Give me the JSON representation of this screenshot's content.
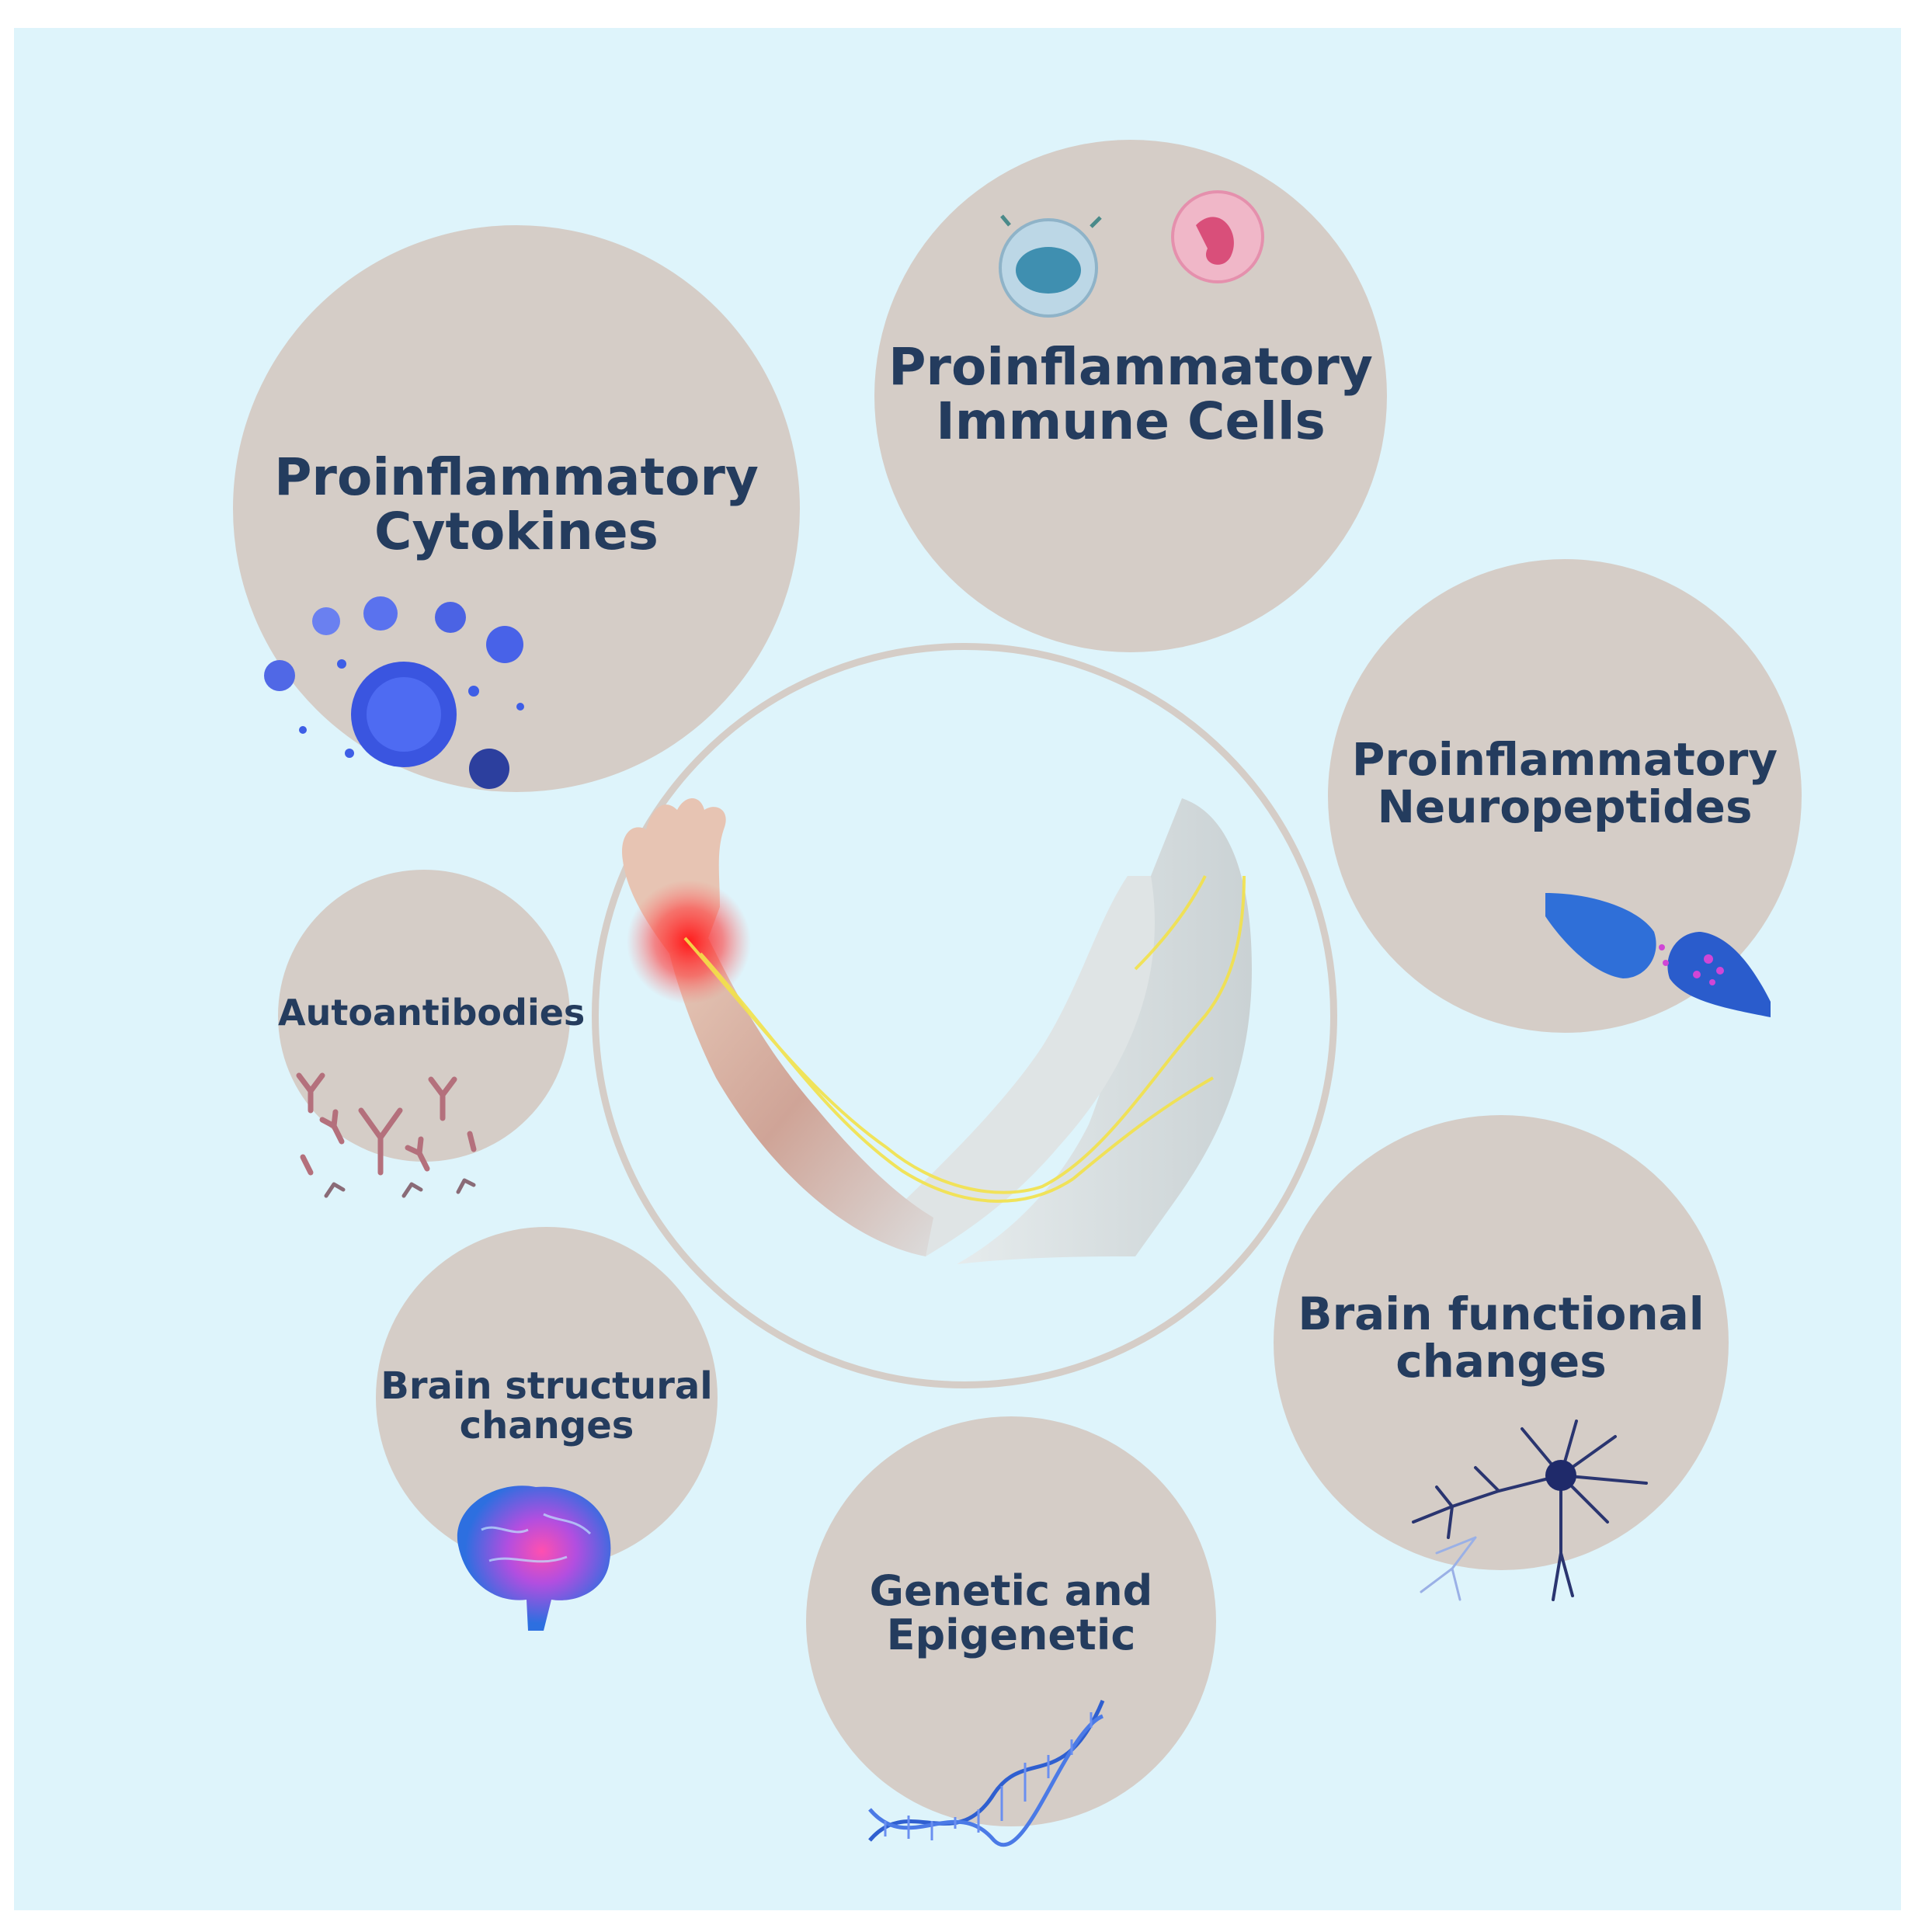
{
  "factors": {
    "cytokines": "Proinflammatory\nCytokines",
    "immune_cells": "Proinflammatory\nImmune Cells",
    "neuropeptides": "Proinflammatory\nNeuropeptides",
    "autoantibodies": "Autoantibodies",
    "brain_structural": "Brain structural\nchanges",
    "brain_functional": "Brain functional\nchanges",
    "genetic": "Genetic and\nEpigenetic"
  },
  "colors": {
    "background": "#def4fb",
    "bubble": "#d5cdc7",
    "text": "#243c5e",
    "inflammation": "#ff2a2a",
    "nerve": "#f3e24a"
  },
  "icons": [
    "cytokine-cluster-icon",
    "immune-cell-icon",
    "synapse-icon",
    "antibody-icon",
    "brain-icon",
    "neuron-icon",
    "dna-helix-icon",
    "arm-icon"
  ]
}
